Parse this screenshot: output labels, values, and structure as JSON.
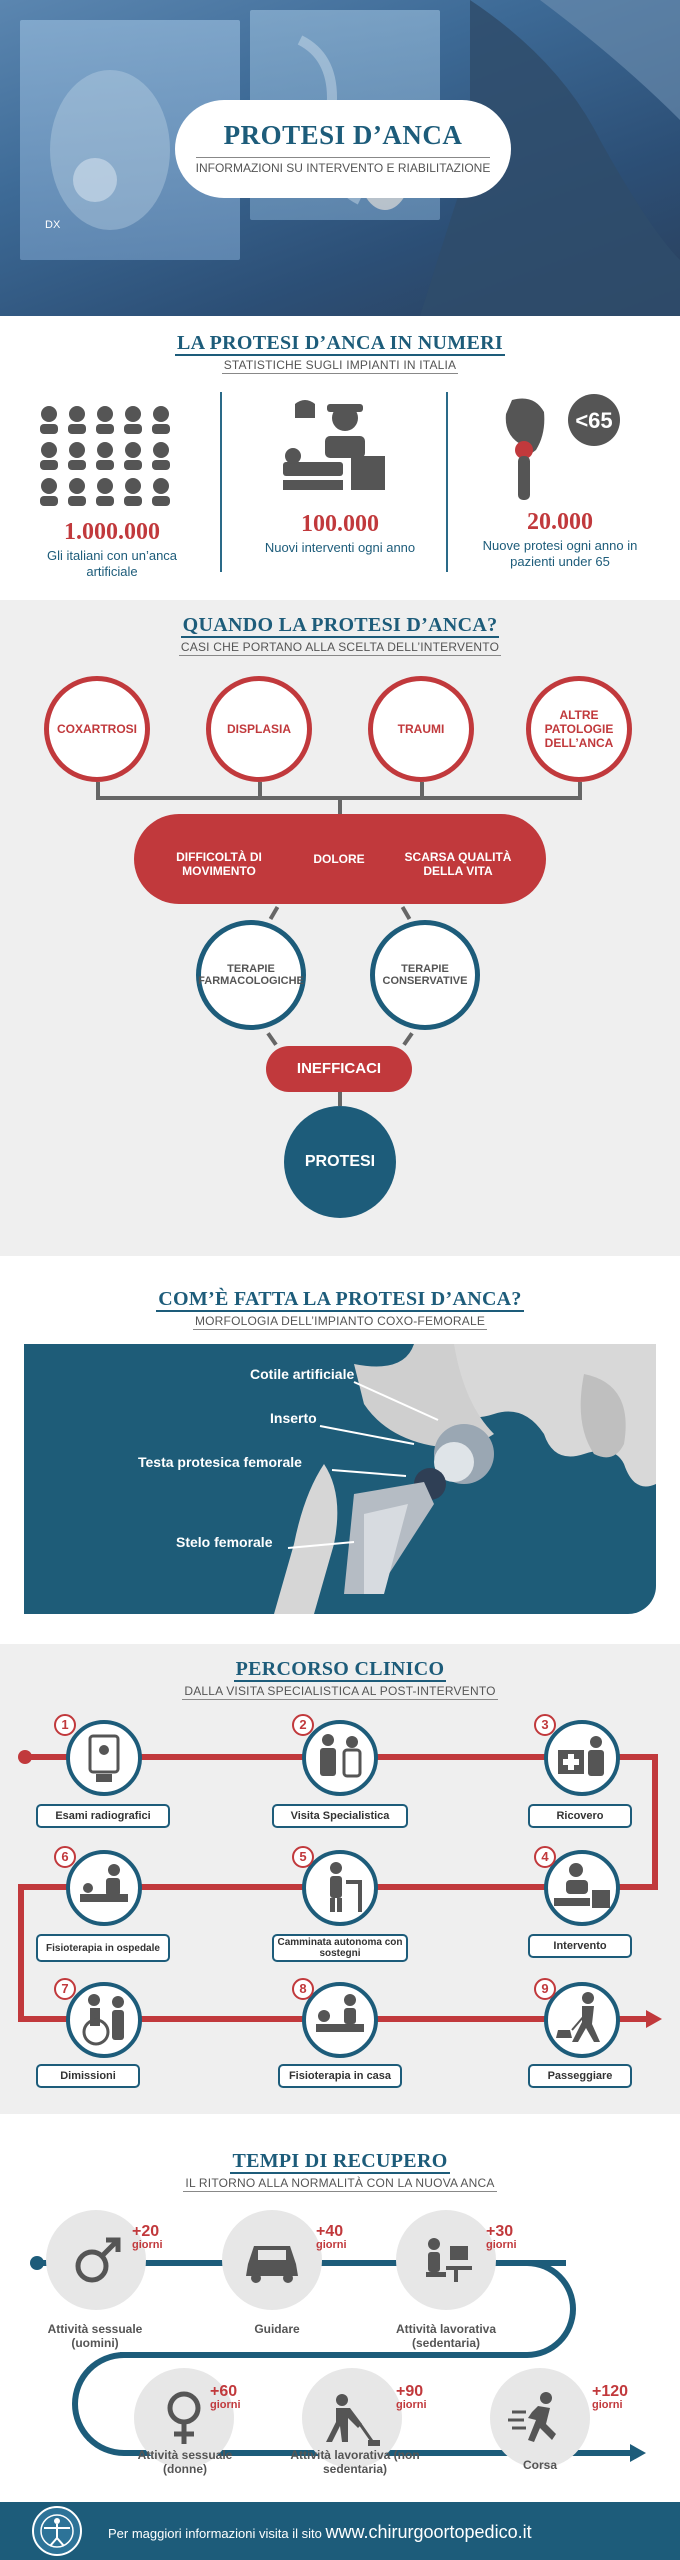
{
  "hero": {
    "title": "PROTESI D’ANCA",
    "subtitle": "INFORMAZIONI SU INTERVENTO E RIABILITAZIONE"
  },
  "numbers": {
    "title": "LA PROTESI D’ANCA IN NUMERI",
    "subtitle": "STATISTICHE SUGLI IMPIANTI IN ITALIA",
    "stats": [
      {
        "value": "1.000.000",
        "desc": "Gli italiani con un’anca artificiale"
      },
      {
        "value": "100.000",
        "desc": "Nuovi interventi ogni anno"
      },
      {
        "value": "20.000",
        "desc": "Nuove protesi ogni anno in pazienti under 65"
      }
    ],
    "badge": "<65"
  },
  "quando": {
    "title": "QUANDO LA PROTESI D’ANCA?",
    "subtitle": "CASI CHE PORTANO ALLA SCELTA DELL’INTERVENTO",
    "causes": [
      "COXARTROSI",
      "DISPLASIA",
      "TRAUMI",
      "ALTRE PATOLOGIE DELL’ANCA"
    ],
    "symptoms": [
      "DIFFICOLTÀ DI MOVIMENTO",
      "DOLORE",
      "SCARSA QUALITÀ DELLA VITA"
    ],
    "therapies": [
      "TERAPIE FARMACOLOGICHE",
      "TERAPIE CONSERVATIVE"
    ],
    "result": "INEFFICACI",
    "final": "PROTESI"
  },
  "morph": {
    "title": "COM’È FATTA LA PROTESI D’ANCA?",
    "subtitle": "MORFOLOGIA DELL’IMPIANTO COXO-FEMORALE",
    "labels": [
      "Cotile artificiale",
      "Inserto",
      "Testa protesica femorale",
      "Stelo femorale"
    ]
  },
  "percorso": {
    "title": "PERCORSO CLINICO",
    "subtitle": "DALLA VISITA SPECIALISTICA AL POST-INTERVENTO",
    "steps": [
      {
        "num": "1",
        "label": "Esami radiografici"
      },
      {
        "num": "2",
        "label": "Visita Specialistica"
      },
      {
        "num": "3",
        "label": "Ricovero"
      },
      {
        "num": "4",
        "label": "Intervento"
      },
      {
        "num": "5",
        "label": "Camminata autonoma con sostegni"
      },
      {
        "num": "6",
        "label": "Fisioterapia in ospedale"
      },
      {
        "num": "7",
        "label": "Dimissioni"
      },
      {
        "num": "8",
        "label": "Fisioterapia in casa"
      },
      {
        "num": "9",
        "label": "Passeggiare"
      }
    ]
  },
  "tempi": {
    "title": "TEMPI DI RECUPERO",
    "subtitle": "IL RITORNO ALLA NORMALITÀ CON LA NUOVA ANCA",
    "items": [
      {
        "days": "+20",
        "unit": "giorni",
        "label": "Attività sessuale (uomini)"
      },
      {
        "days": "+40",
        "unit": "giorni",
        "label": "Guidare"
      },
      {
        "days": "+30",
        "unit": "giorni",
        "label": "Attività lavorativa (sedentaria)"
      },
      {
        "days": "+60",
        "unit": "giorni",
        "label": "Attività sessuale (donne)"
      },
      {
        "days": "+90",
        "unit": "giorni",
        "label": "Attività lavorativa (non sedentaria)"
      },
      {
        "days": "+120",
        "unit": "giorni",
        "label": "Corsa"
      }
    ]
  },
  "footer": {
    "text": "Per maggiori informazioni visita il sito",
    "site": "www.chirurgoortopedico.it"
  },
  "colors": {
    "accent_red": "#c1393c",
    "accent_blue": "#1d5c7a",
    "grey_bg": "#efefef"
  }
}
